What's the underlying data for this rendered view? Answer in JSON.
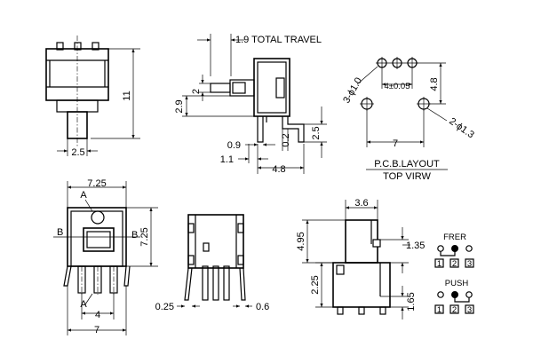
{
  "views": {
    "front_top": {
      "height": "11",
      "width": "2.5"
    },
    "side_top": {
      "total_travel": "1.9 TOTAL TRAVEL",
      "dim_2": "2",
      "dim_2_9": "2.9",
      "dim_0_9": "0.9",
      "dim_1_1": "1.1",
      "dim_0_2": "0.2",
      "dim_4_8": "4.8",
      "dim_2_5": "2.5"
    },
    "pcb_layout": {
      "hole_small": "3-ϕ1.0",
      "pitch": "4±0.05",
      "height": "4.8",
      "width": "7",
      "hole_large": "2-ϕ1.3",
      "title": "P.C.B.LAYOUT",
      "subtitle": "TOP VIRW"
    },
    "top_view": {
      "dim_7_25_top": "7.25",
      "dim_7_25_side": "7.25",
      "label_a_top": "A",
      "label_a_bottom": "A",
      "label_b_left": "B",
      "label_b_right": "B",
      "dim_4": "4",
      "dim_7": "7"
    },
    "section": {
      "dim_0_25": "0.25",
      "dim_0_6": "0.6"
    },
    "side_bottom": {
      "dim_3_6": "3.6",
      "dim_4_95": "4.95",
      "dim_1_35": "1.35",
      "dim_2_25": "2.25",
      "dim_1_65": "1.65"
    },
    "schematic": {
      "free_label": "FRER",
      "push_label": "PUSH",
      "pin_labels_free": [
        "1",
        "2",
        "3"
      ],
      "pin_labels_push": [
        "1",
        "2",
        "3"
      ]
    }
  }
}
